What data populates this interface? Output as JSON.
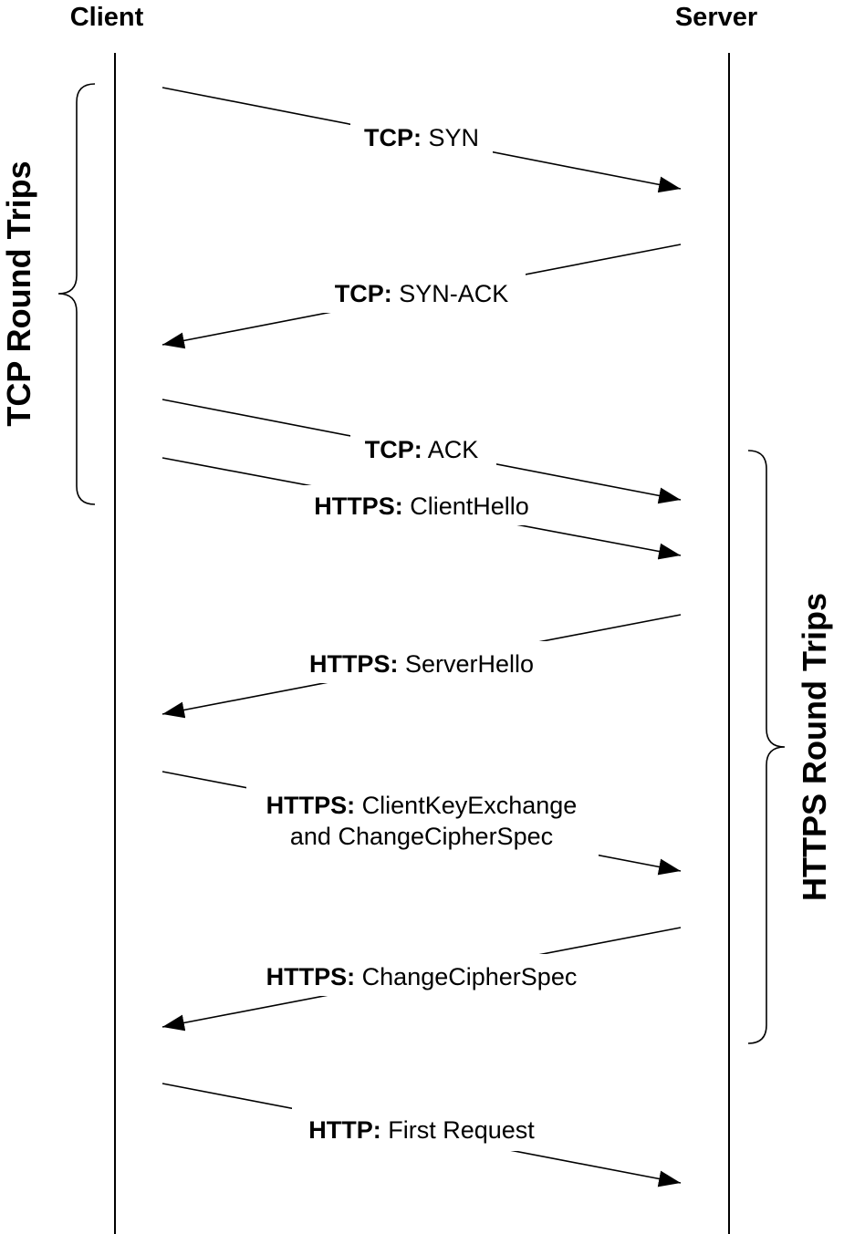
{
  "headers": {
    "client": "Client",
    "server": "Server"
  },
  "side_labels": {
    "tcp": "TCP Round Trips",
    "https": "HTTPS Round Trips"
  },
  "messages": [
    {
      "protocol": "TCP:",
      "text": "SYN",
      "direction": "client-to-server"
    },
    {
      "protocol": "TCP:",
      "text": "SYN-ACK",
      "direction": "server-to-client"
    },
    {
      "protocol": "TCP:",
      "text": "ACK",
      "direction": "client-to-server"
    },
    {
      "protocol": "HTTPS:",
      "text": "ClientHello",
      "direction": "client-to-server"
    },
    {
      "protocol": "HTTPS:",
      "text": "ServerHello",
      "direction": "server-to-client"
    },
    {
      "protocol": "HTTPS:",
      "text": "ClientKeyExchange",
      "text2": "and ChangeCipherSpec",
      "direction": "client-to-server"
    },
    {
      "protocol": "HTTPS:",
      "text": "ChangeCipherSpec",
      "direction": "server-to-client"
    },
    {
      "protocol": "HTTP:",
      "text": "First Request",
      "direction": "client-to-server"
    }
  ],
  "colors": {
    "line": "#000000",
    "background": "#ffffff"
  }
}
